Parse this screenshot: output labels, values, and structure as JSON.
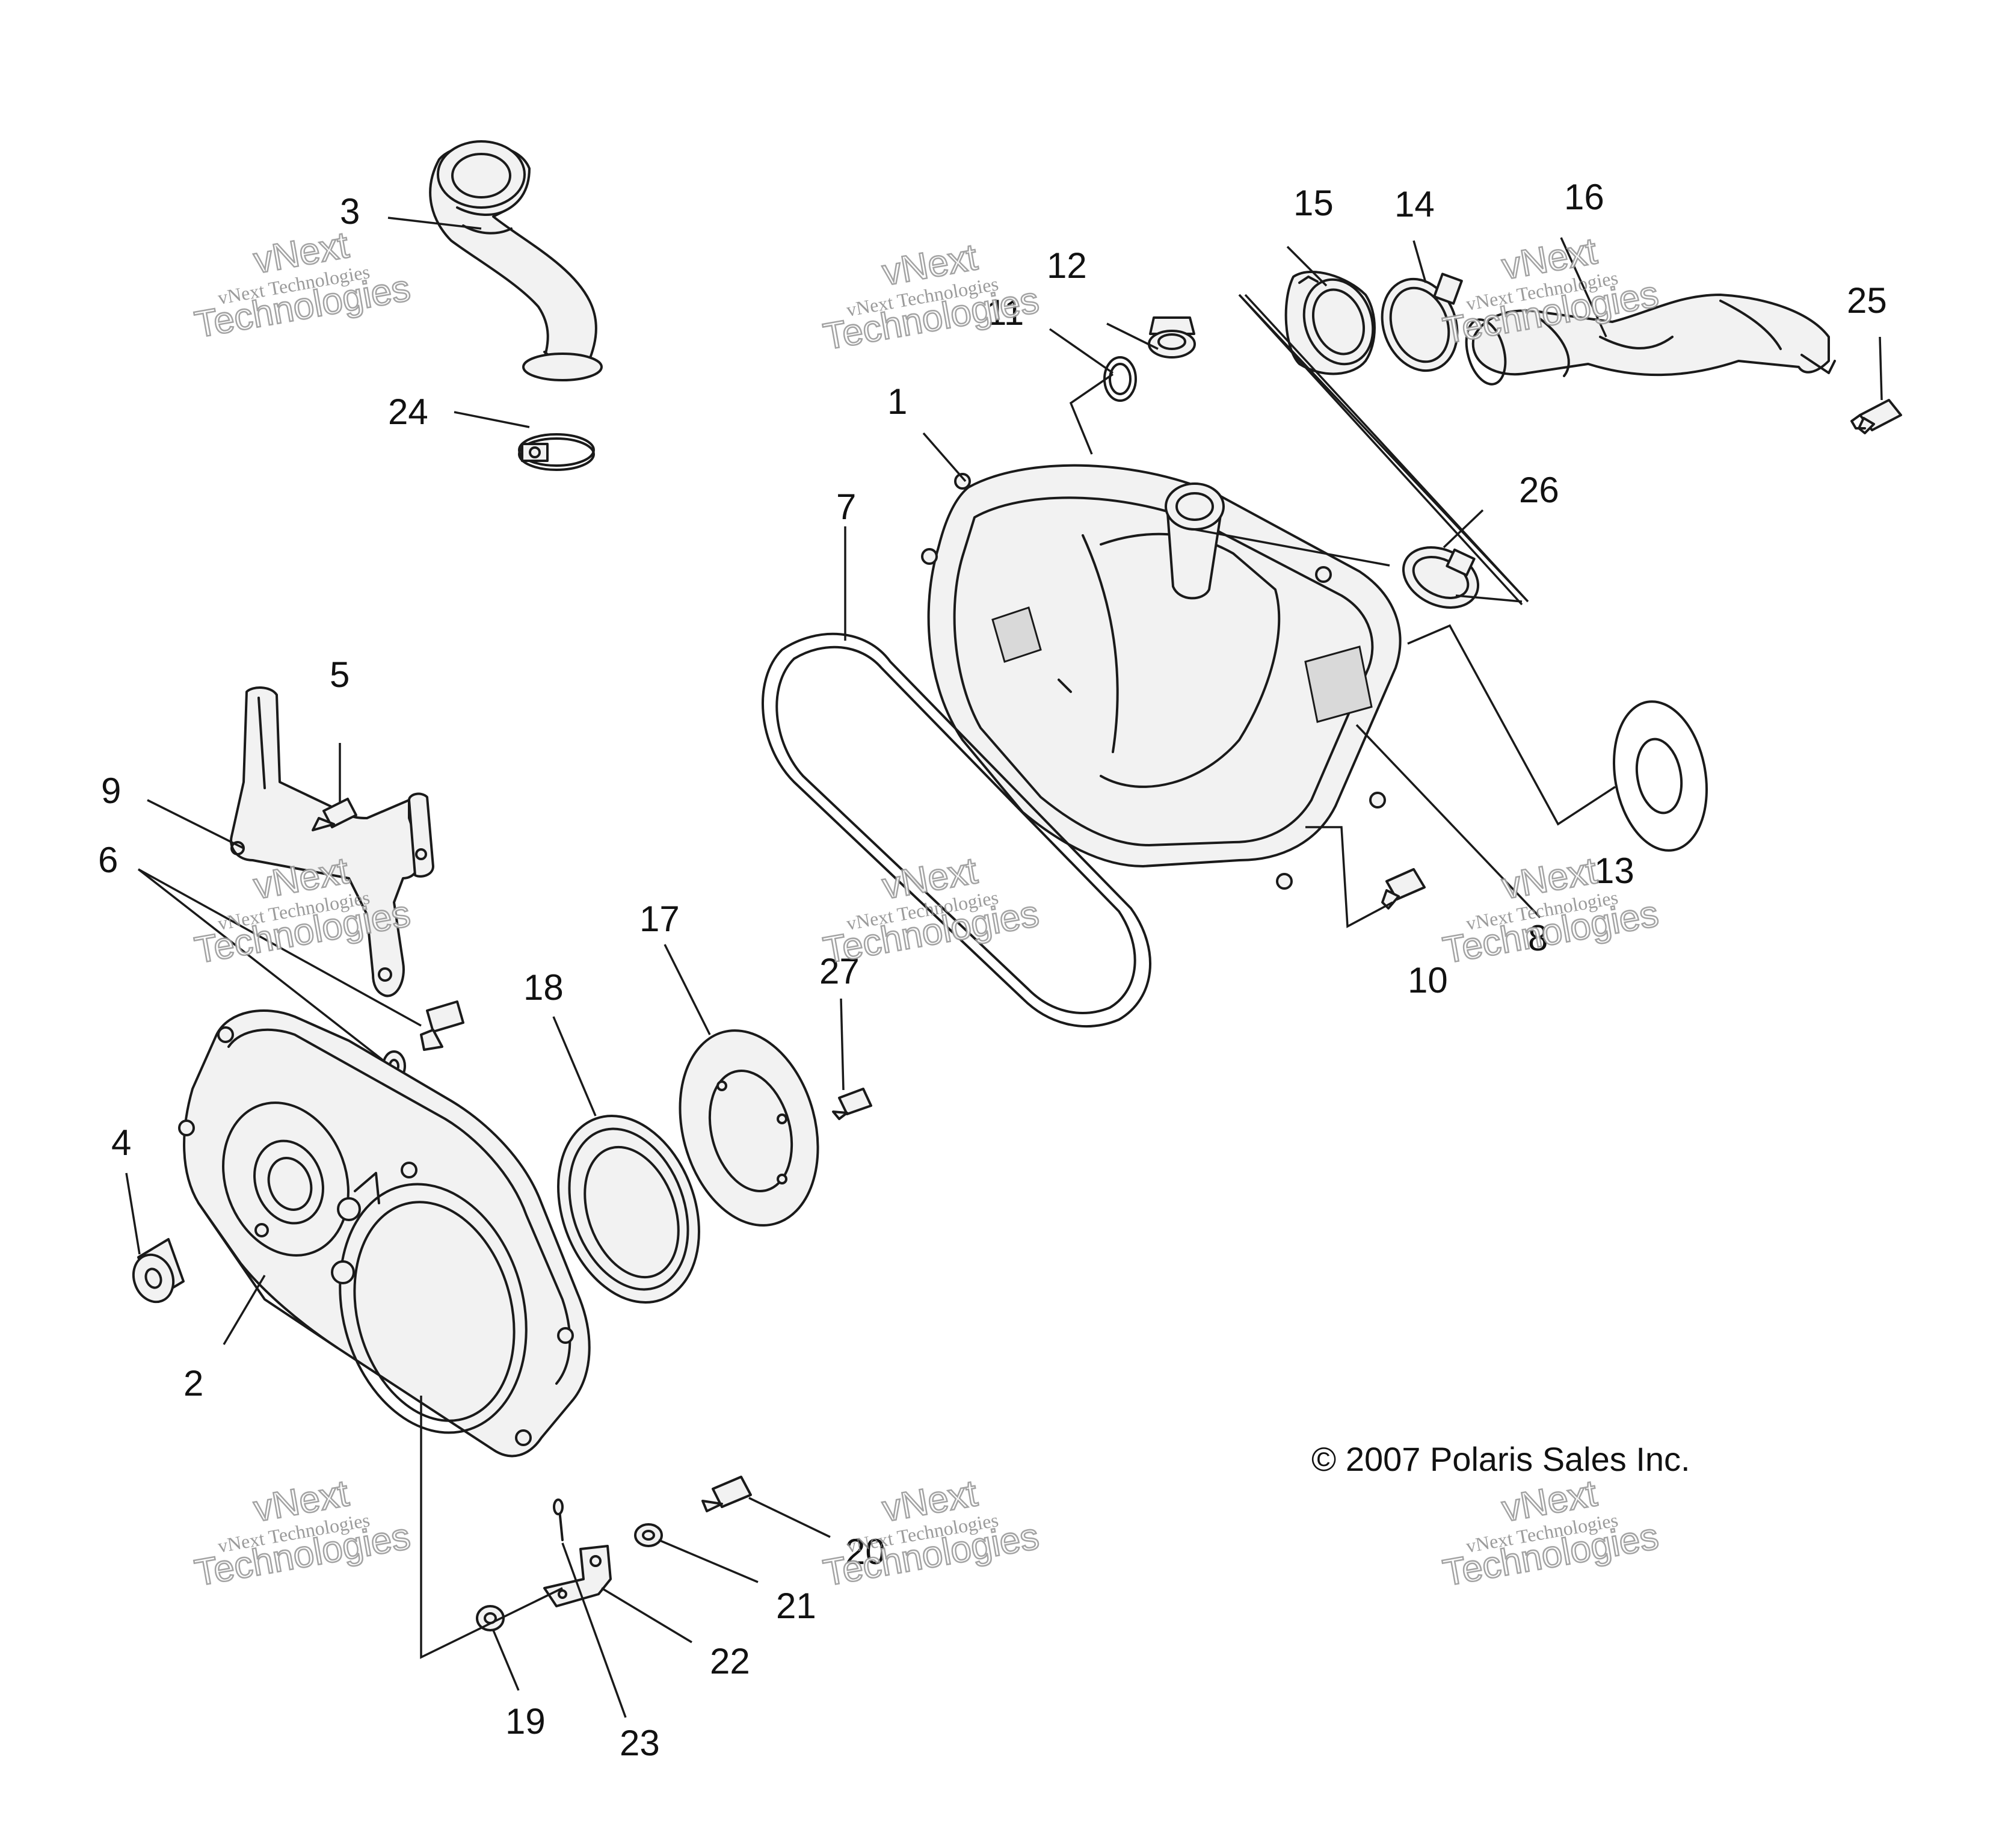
{
  "callouts": {
    "c1": "1",
    "c2": "2",
    "c3": "3",
    "c4": "4",
    "c5": "5",
    "c6": "6",
    "c7": "7",
    "c8": "8",
    "c9": "9",
    "c10": "10",
    "c11": "11",
    "c12": "12",
    "c13": "13",
    "c14": "14",
    "c15": "15",
    "c16": "16",
    "c17": "17",
    "c18": "18",
    "c19": "19",
    "c20": "20",
    "c21": "21",
    "c22": "22",
    "c23": "23",
    "c24": "24",
    "c25": "25",
    "c26": "26",
    "c27": "27"
  },
  "copyright": "© 2007 Polaris Sales Inc.",
  "watermark": {
    "line1": "vNext",
    "line2": "vNext Technologies",
    "line3": "Technologies"
  }
}
